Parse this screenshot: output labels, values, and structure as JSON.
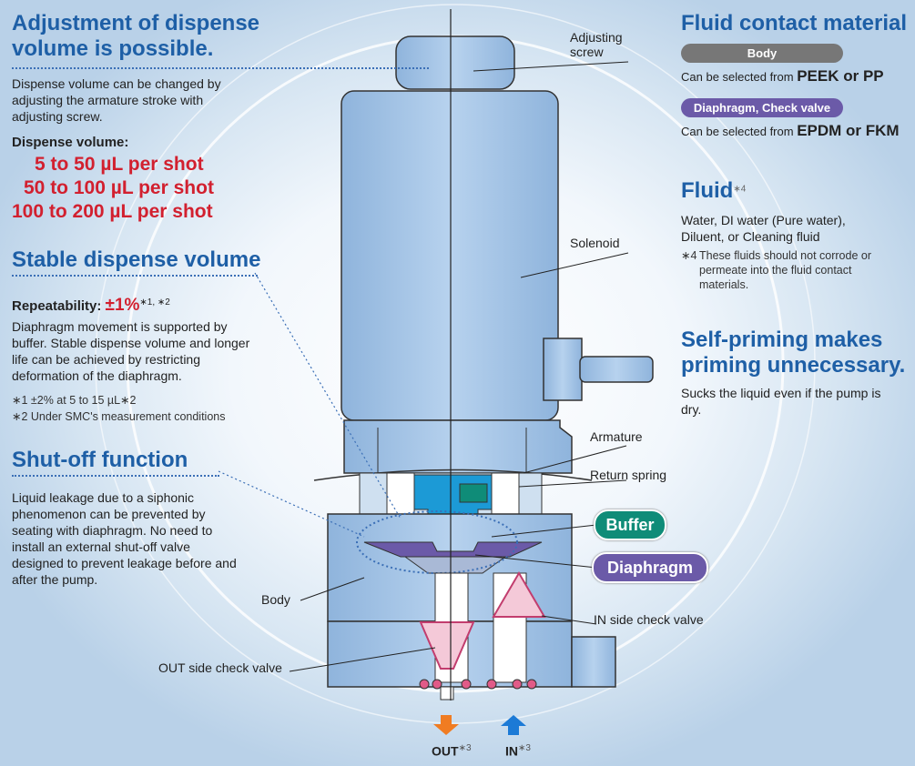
{
  "left": {
    "adjust_title": "Adjustment of dispense volume is possible.",
    "adjust_text": "Dispense volume can be changed by adjusting the armature stroke with adjusting screw.",
    "dispense_label": "Dispense volume:",
    "dispense_values": [
      "5 to 50 µL per shot",
      "50 to 100 µL per shot",
      "100 to 200 µL per shot"
    ],
    "stable_title": "Stable dispense volume",
    "repeat_label": "Repeatability:",
    "repeat_value": "±1%",
    "repeat_notes_ref": "∗1, ∗2",
    "stable_text": "Diaphragm movement is supported by buffer. Stable dispense volume and longer life can be achieved by restricting deformation of the diaphragm.",
    "note1": "∗1  ±2% at 5 to 15 µL∗2",
    "note2": "∗2  Under SMC's measurement conditions",
    "shutoff_title": "Shut-off function",
    "shutoff_text": "Liquid leakage due to a siphonic phenomenon can be prevented by seating with diaphragm. No need to install an external shut-off valve designed to prevent leakage before and after the pump."
  },
  "right": {
    "fluid_contact_title": "Fluid contact material",
    "body_pill": "Body",
    "body_text_small": "Can be selected from",
    "body_text_big": "PEEK or PP",
    "diaphragm_pill": "Diaphragm, Check valve",
    "diaphragm_text_small": "Can be selected from",
    "diaphragm_text_big": "EPDM or FKM",
    "fluid_title": "Fluid",
    "fluid_ref": "∗4",
    "fluid_text": "Water, DI water (Pure water), Diluent, or Cleaning fluid",
    "note4_mark": "∗4",
    "note4": "These fluids should not corrode or permeate into the fluid contact materials.",
    "selfprime_title": "Self-priming makes priming unnecessary.",
    "selfprime_text": "Sucks the liquid even if the pump is dry."
  },
  "callouts": {
    "adjusting_screw": "Adjusting screw",
    "solenoid": "Solenoid",
    "armature": "Armature",
    "return_spring": "Return spring",
    "buffer": "Buffer",
    "diaphragm": "Diaphragm",
    "body": "Body",
    "in_check": "IN side check valve",
    "out_check": "OUT side check valve",
    "out": "OUT",
    "out_ref": "∗3",
    "in": "IN",
    "in_ref": "∗3"
  },
  "colors": {
    "heading": "#1e5fa6",
    "accent_red": "#d2202f",
    "buffer": "#0f8c78",
    "diaphragm": "#6b5aa8",
    "body_pill": "#777777",
    "solenoid_fill": "#a9c8e8"
  }
}
